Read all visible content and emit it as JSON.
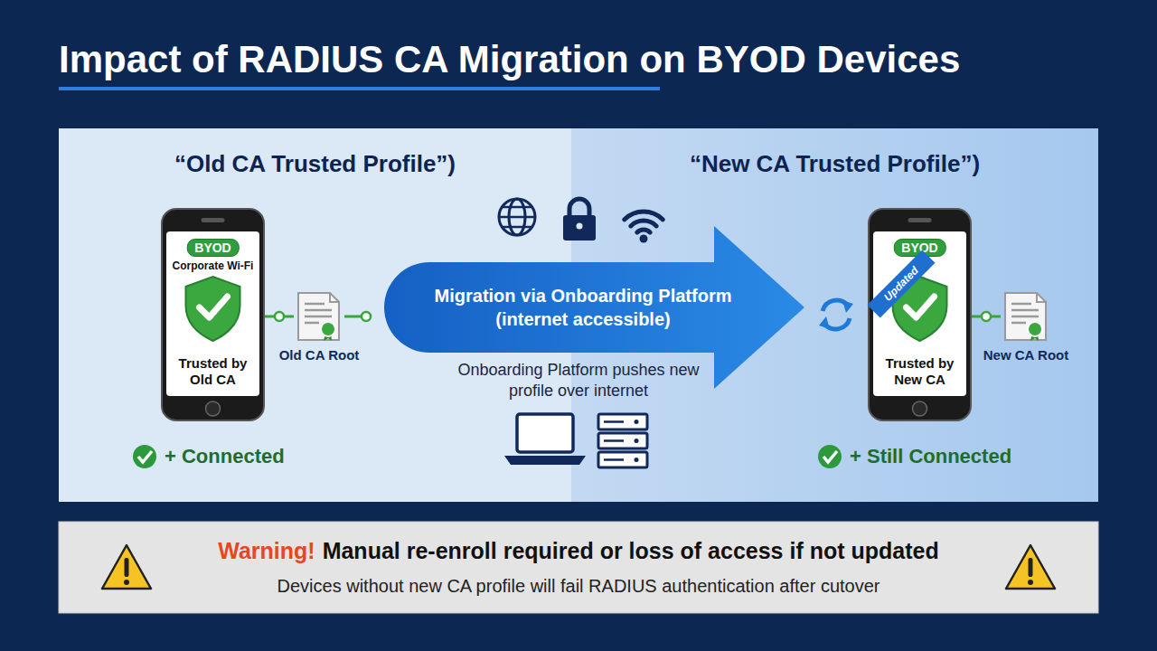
{
  "diagram": {
    "title": "Impact of RADIUS CA Migration on BYOD Devices",
    "nodes": [
      {
        "text": [
          "“Old CA Trusted Profile”)"
        ]
      },
      {
        "text": [
          "BYOD",
          "Corporate Wi-Fi",
          "Trusted by Old CA"
        ],
        "in": 0
      },
      {
        "text": [
          "Old CA Root"
        ],
        "in": 0
      },
      {
        "text": [
          "Migration via Onboarding Platform (internet accessible)"
        ]
      },
      {
        "text": [
          "“New CA Trusted Profile”)"
        ]
      },
      {
        "text": [
          "BYOD",
          "Updated",
          "Trusted by New CA"
        ],
        "in": 4
      },
      {
        "text": [
          "New CA Root"
        ],
        "in": 4
      },
      {
        "text": [
          "Warning!",
          "Manual re-enroll required or loss of access if not updated",
          "Devices without new CA profile will fail RADIUS authentication after cutover"
        ]
      }
    ],
    "edges": [
      {
        "from": 1,
        "to": 2,
        "arrow": "none"
      },
      {
        "from": 5,
        "to": 6,
        "arrow": "none"
      }
    ],
    "labels": [
      "Onboarding Platform pushes new profile over internet",
      "+ Connected",
      "+ Still Connected"
    ]
  }
}
